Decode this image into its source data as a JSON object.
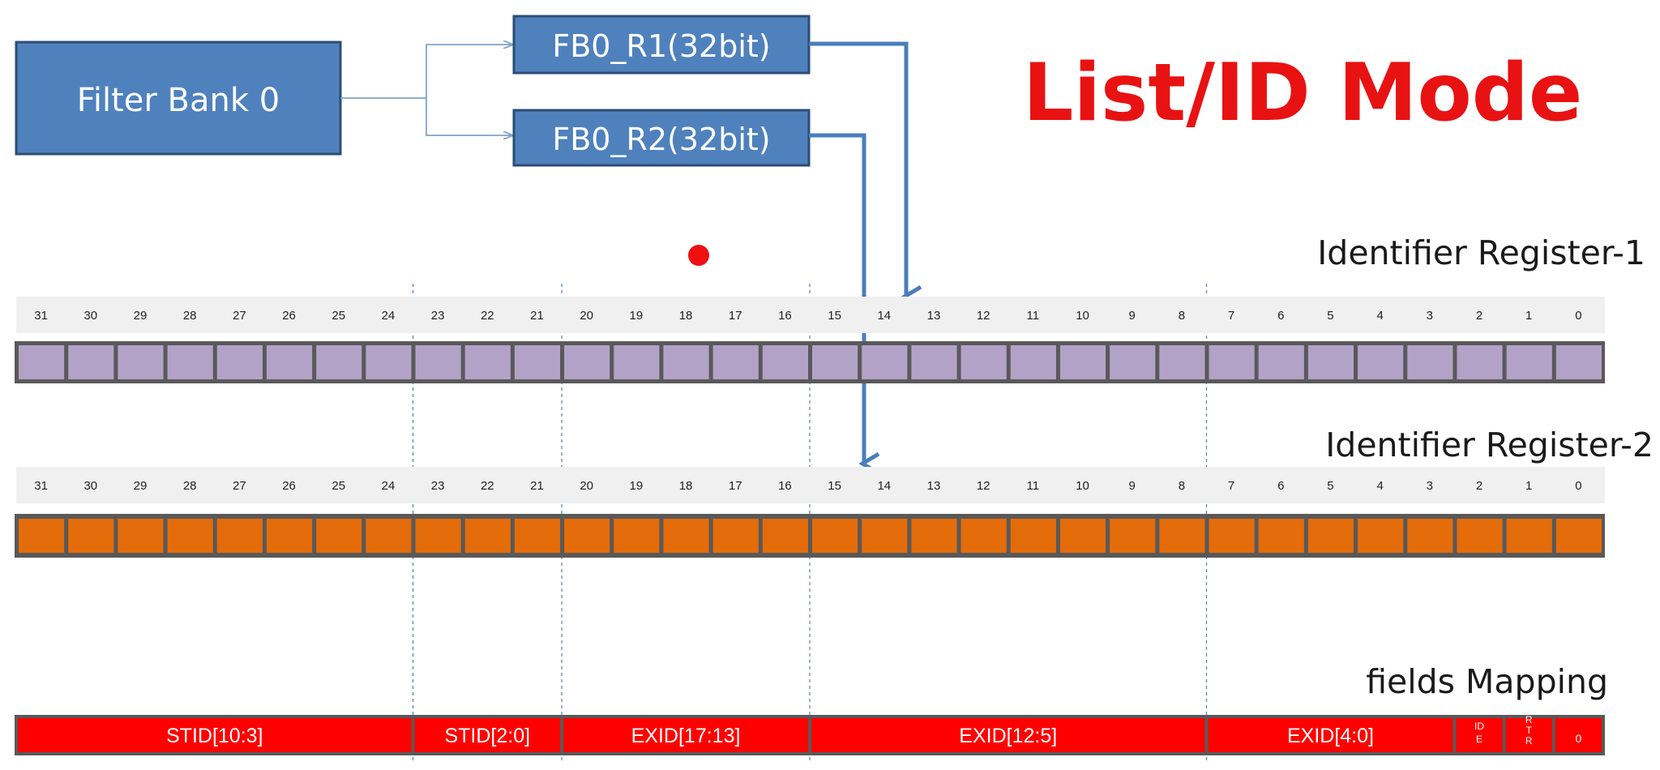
{
  "filter_bank": {
    "label": "Filter Bank 0"
  },
  "registers_boxes": {
    "r1": "FB0_R1(32bit)",
    "r2": "FB0_R2(32bit)"
  },
  "title": "List/ID Mode",
  "register1": {
    "label": "Identifier Register-1",
    "fill_color": "#b3a2c7",
    "bits": [
      "31",
      "30",
      "29",
      "28",
      "27",
      "26",
      "25",
      "24",
      "23",
      "22",
      "21",
      "20",
      "19",
      "18",
      "17",
      "16",
      "15",
      "14",
      "13",
      "12",
      "11",
      "10",
      "9",
      "8",
      "7",
      "6",
      "5",
      "4",
      "3",
      "2",
      "1",
      "0"
    ]
  },
  "register2": {
    "label": "Identifier Register-2",
    "fill_color": "#e46c0a",
    "bits": [
      "31",
      "30",
      "29",
      "28",
      "27",
      "26",
      "25",
      "24",
      "23",
      "22",
      "21",
      "20",
      "19",
      "18",
      "17",
      "16",
      "15",
      "14",
      "13",
      "12",
      "11",
      "10",
      "9",
      "8",
      "7",
      "6",
      "5",
      "4",
      "3",
      "2",
      "1",
      "0"
    ]
  },
  "fields_mapping": {
    "label": "fields Mapping",
    "fill_color": "#ff0000",
    "fields": [
      {
        "label": "STID[10:3]",
        "bits": 8
      },
      {
        "label": "STID[2:0]",
        "bits": 3
      },
      {
        "label": "EXID[17:13]",
        "bits": 5
      },
      {
        "label": "EXID[12:5]",
        "bits": 8
      },
      {
        "label": "EXID[4:0]",
        "bits": 5
      },
      {
        "label": "ID E",
        "bits": 1,
        "lines": [
          "ID",
          "E"
        ]
      },
      {
        "label": "R T R",
        "bits": 1,
        "lines": [
          "R",
          "T",
          "R"
        ]
      },
      {
        "label": "0",
        "bits": 1
      }
    ]
  },
  "colors": {
    "box_fill": "#4f81bd",
    "box_stroke": "#2c4d75",
    "arrow": "#4a7ebb",
    "connector": "#7fa4cc",
    "title": "#e81212",
    "laser_dot": "#ee1111"
  }
}
